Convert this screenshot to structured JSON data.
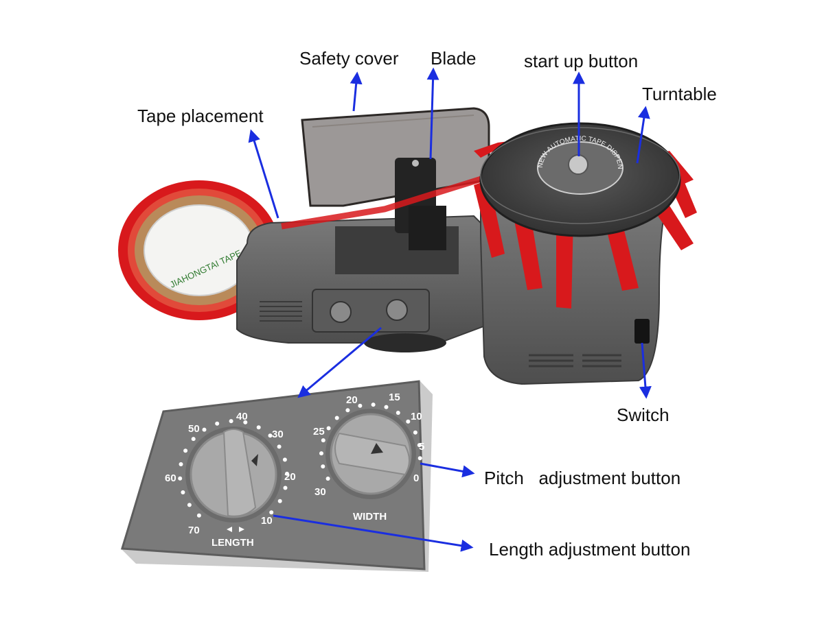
{
  "colors": {
    "arrow": "#1a2ee0",
    "machine_body": "#6b6b6b",
    "machine_dark": "#4a4a4a",
    "tape_red": "#d8191c",
    "panel": "#7a7a7a",
    "knob": "#a9a9a9"
  },
  "labels": {
    "safety_cover": "Safety cover",
    "blade": "Blade",
    "start_up_button": "start up button",
    "turntable": "Turntable",
    "tape_placement": "Tape placement",
    "switch": "Switch",
    "pitch_adjustment": "Pitch   adjustment button",
    "length_adjustment": "Length adjustment button"
  },
  "machine_texts": {
    "turntable_ring": "NEW AUTOMATIC TAPE DISPENSER",
    "tape_brand": "JIAHONGTAI TAPE"
  },
  "panel": {
    "length_dial": {
      "name": "LENGTH",
      "ticks": [
        "10",
        "20",
        "30",
        "40",
        "50",
        "60",
        "70"
      ]
    },
    "width_dial": {
      "name": "WIDTH",
      "ticks": [
        "0",
        "5",
        "10",
        "15",
        "20",
        "25",
        "30"
      ]
    }
  }
}
